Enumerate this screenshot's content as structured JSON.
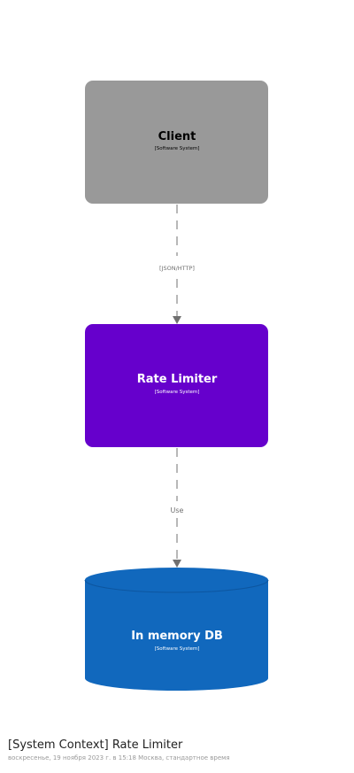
{
  "diagram": {
    "elements": {
      "client": {
        "name": "Client",
        "type": "[Software System]",
        "fill": "#999999",
        "text_color": "#000000"
      },
      "rate_limiter": {
        "name": "Rate Limiter",
        "type": "[Software System]",
        "fill": "#6600cc",
        "text_color": "#ffffff"
      },
      "db": {
        "name": "In memory DB",
        "type": "[Software System]",
        "fill": "#1168bd",
        "text_color": "#ffffff"
      }
    },
    "relationships": [
      {
        "label": "[JSON/HTTP]"
      },
      {
        "label": "Use"
      }
    ],
    "edge_color": "#707070"
  },
  "footer": {
    "title": "[System Context] Rate Limiter",
    "subtitle": "воскресенье, 19 ноября 2023 г. в 15:18 Москва, стандартное время"
  }
}
